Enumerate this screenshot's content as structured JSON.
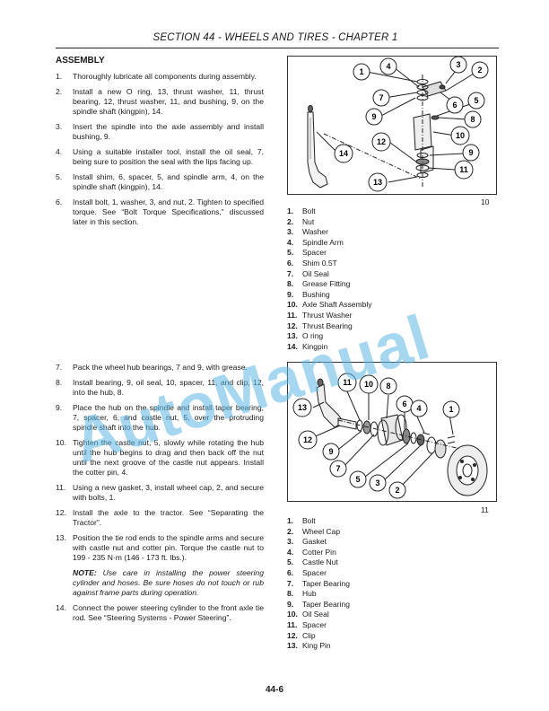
{
  "header": {
    "title": "SECTION 44 - WHEELS AND TIRES - CHAPTER 1"
  },
  "section": {
    "title": "ASSEMBLY"
  },
  "steps_top": [
    {
      "num": "1.",
      "text": "Thoroughly lubricate all components during assembly."
    },
    {
      "num": "2.",
      "text": "Install a new O ring, 13, thrust washer, 11, thrust bearing, 12, thrust washer, 11, and bushing, 9, on the spindle shaft (kingpin), 14."
    },
    {
      "num": "3.",
      "text": "Insert the spindle into the axle assembly and install bushing, 9."
    },
    {
      "num": "4.",
      "text": "Using a suitable installer tool, install the oil seal, 7, being sure to position the seal with the lips facing up."
    },
    {
      "num": "5.",
      "text": "Install shim, 6, spacer, 5, and spindle arm, 4, on the spindle shaft (kingpin), 14."
    },
    {
      "num": "6.",
      "text": "Install bolt, 1, washer, 3, and nut, 2. Tighten to specified torque. See “Bolt Torque Specifications,” discussed later in this section."
    }
  ],
  "steps_bottom": [
    {
      "num": "7.",
      "text": "Pack the wheel hub bearings, 7 and 9, with grease."
    },
    {
      "num": "8.",
      "text": "Install bearing, 9, oil seal, 10, spacer, 11, and clip, 12, into the hub, 8."
    },
    {
      "num": "9.",
      "text": "Place the hub on the spindle and install taper bearing, 7, spacer, 6, and castle nut, 5, over the protruding spindle shaft into the hub."
    },
    {
      "num": "10.",
      "text": "Tighten the castle nut, 5, slowly while rotating the hub until the hub begins to drag and then back off the nut until the next groove of the castle nut appears. Install the cotter pin, 4."
    },
    {
      "num": "11.",
      "text": "Using a new gasket, 3, install wheel cap, 2, and secure with bolts, 1."
    },
    {
      "num": "12.",
      "text": "Install the axle to the tractor. See “Separating the Tractor”."
    },
    {
      "num": "13.",
      "text": "Position the tie rod ends to the spindle arms and secure with castle nut and cotter pin. Torque the castle nut to 199 - 235 N·m (146 - 173 ft. lbs.)."
    }
  ],
  "note": {
    "label": "NOTE:",
    "text": "Use care in installing the power steering cylinder and hoses. Be sure hoses do not touch or rub against frame parts during operation."
  },
  "steps_last": [
    {
      "num": "14.",
      "text": "Connect the power steering cylinder to the front axle tie rod. See “Steering Systems - Power Steering”."
    }
  ],
  "figure10": {
    "number": "10",
    "callouts": [
      "1",
      "2",
      "3",
      "4",
      "5",
      "6",
      "7",
      "8",
      "9",
      "10",
      "11",
      "12",
      "13",
      "14"
    ],
    "legend": [
      {
        "n": "1.",
        "t": "Bolt"
      },
      {
        "n": "2.",
        "t": "Nut"
      },
      {
        "n": "3.",
        "t": "Washer"
      },
      {
        "n": "4.",
        "t": "Spindle Arm"
      },
      {
        "n": "5.",
        "t": "Spacer"
      },
      {
        "n": "6.",
        "t": "Shim 0.5T"
      },
      {
        "n": "7.",
        "t": "Oil Seal"
      },
      {
        "n": "8.",
        "t": "Grease Fitting"
      },
      {
        "n": "9.",
        "t": "Bushing"
      },
      {
        "n": "10.",
        "t": "Axle Shaft Assembly"
      },
      {
        "n": "11.",
        "t": "Thrust Washer"
      },
      {
        "n": "12.",
        "t": "Thrust Bearing"
      },
      {
        "n": "13.",
        "t": "O ring"
      },
      {
        "n": "14.",
        "t": "Kingpin"
      }
    ]
  },
  "figure11": {
    "number": "11",
    "callouts": [
      "1",
      "2",
      "3",
      "4",
      "5",
      "6",
      "7",
      "8",
      "9",
      "10",
      "11",
      "12",
      "13"
    ],
    "legend": [
      {
        "n": "1.",
        "t": "Bolt"
      },
      {
        "n": "2.",
        "t": "Wheel Cap"
      },
      {
        "n": "3.",
        "t": "Gasket"
      },
      {
        "n": "4.",
        "t": "Cotter Pin"
      },
      {
        "n": "5.",
        "t": "Castle Nut"
      },
      {
        "n": "6.",
        "t": "Spacer"
      },
      {
        "n": "7.",
        "t": "Taper Bearing"
      },
      {
        "n": "8.",
        "t": "Hub"
      },
      {
        "n": "9.",
        "t": "Taper Bearing"
      },
      {
        "n": "10.",
        "t": "Oil Seal"
      },
      {
        "n": "11.",
        "t": "Spacer"
      },
      {
        "n": "12.",
        "t": "Clip"
      },
      {
        "n": "13.",
        "t": "King Pin"
      }
    ]
  },
  "footer": {
    "page": "44-6"
  },
  "watermark": {
    "text": "AutoManual"
  },
  "colors": {
    "watermark": "#5cb8e6",
    "text": "#1a1a1a",
    "rule": "#222222"
  }
}
